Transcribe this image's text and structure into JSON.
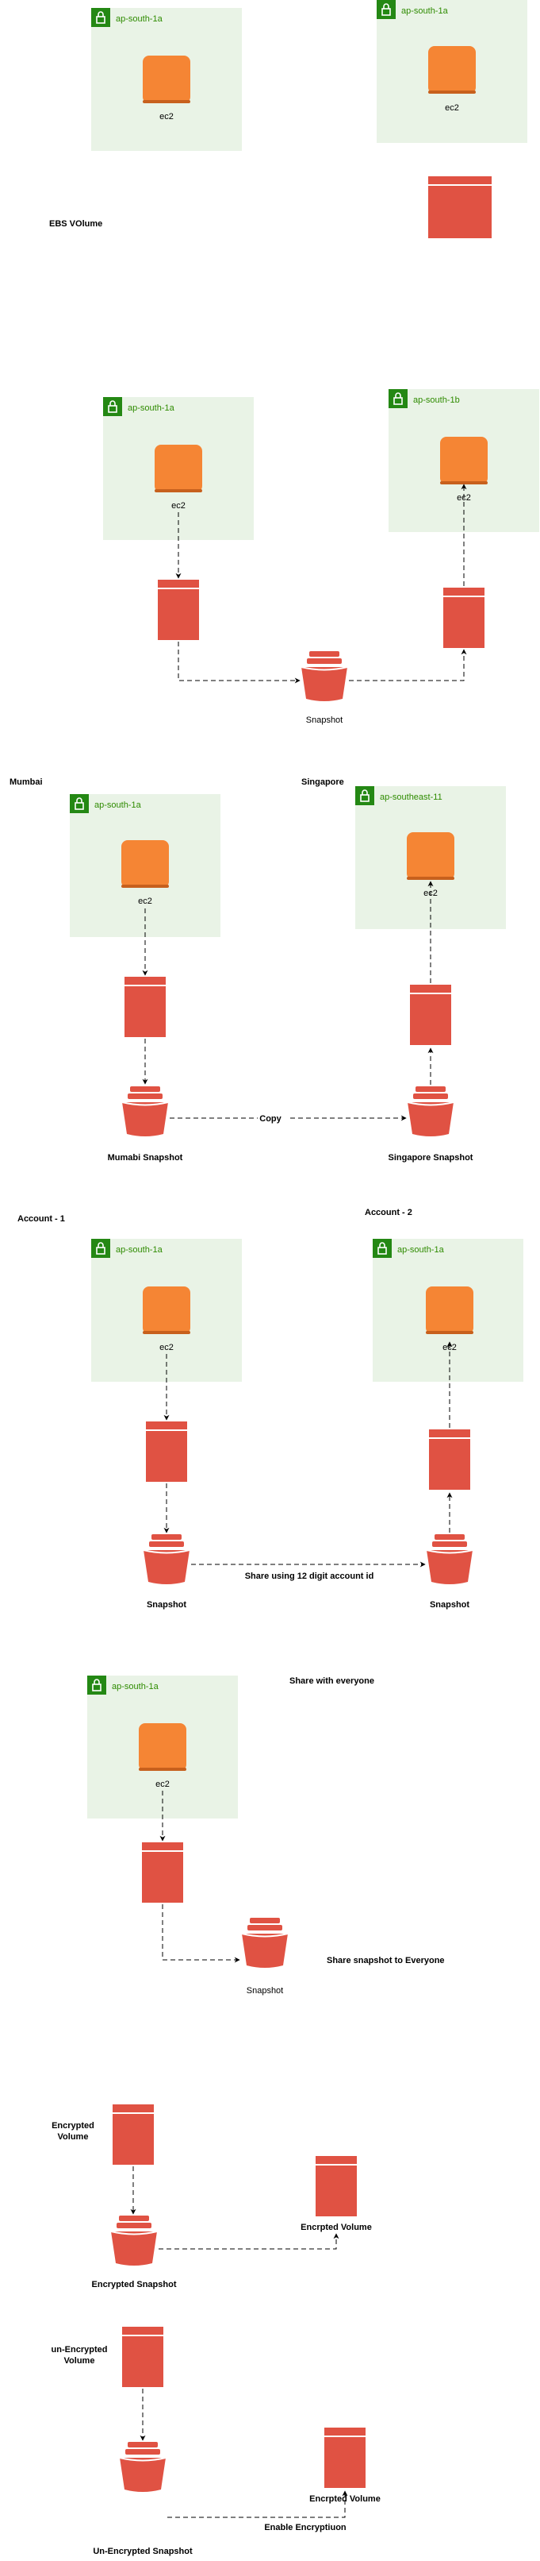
{
  "colors": {
    "az_fill": "#e9f3e6",
    "az_badge": "#248814",
    "az_text": "#2e8b00",
    "ec2": "#f58534",
    "ebs": "#e05243",
    "arrow": "#000000"
  },
  "icons": {
    "az": "lock-icon",
    "instance": "ec2-instance-icon",
    "volume": "ebs-volume-icon",
    "snapshot": "snapshot-bucket-icon"
  },
  "labels": {
    "ec2": "ec2",
    "snapshot": "Snapshot",
    "ebs_volume": "EBS VOlume",
    "mumbai": "Mumbai",
    "singapore": "Singapore",
    "copy": "Copy",
    "mumbai_snapshot": "Mumabi Snapshot",
    "singapore_snapshot": "Singapore Snapshot",
    "account1": "Account - 1",
    "account2": "Account - 2",
    "share_12digit": "Share using 12 digit account id",
    "share_everyone": "Share with everyone",
    "share_snapshot_everyone": "Share snapshot to Everyone",
    "encrypted_volume_line1": "Encrypted",
    "encrypted_volume_line2": "Volume",
    "encrypted_snapshot": "Encrypted Snapshot",
    "encrypted_volume_target": "Encrpted Volume",
    "unencrypted_volume_line1": "un-Encrypted",
    "unencrypted_volume_line2": "Volume",
    "unencrypted_snapshot": "Un-Encrypted Snapshot",
    "enable_encryption": "Enable Encryptiuon"
  },
  "zones": {
    "az_south_1a": "ap-south-1a",
    "az_south_1b": "ap-south-1b",
    "az_southeast_11": "ap-southeast-11"
  }
}
